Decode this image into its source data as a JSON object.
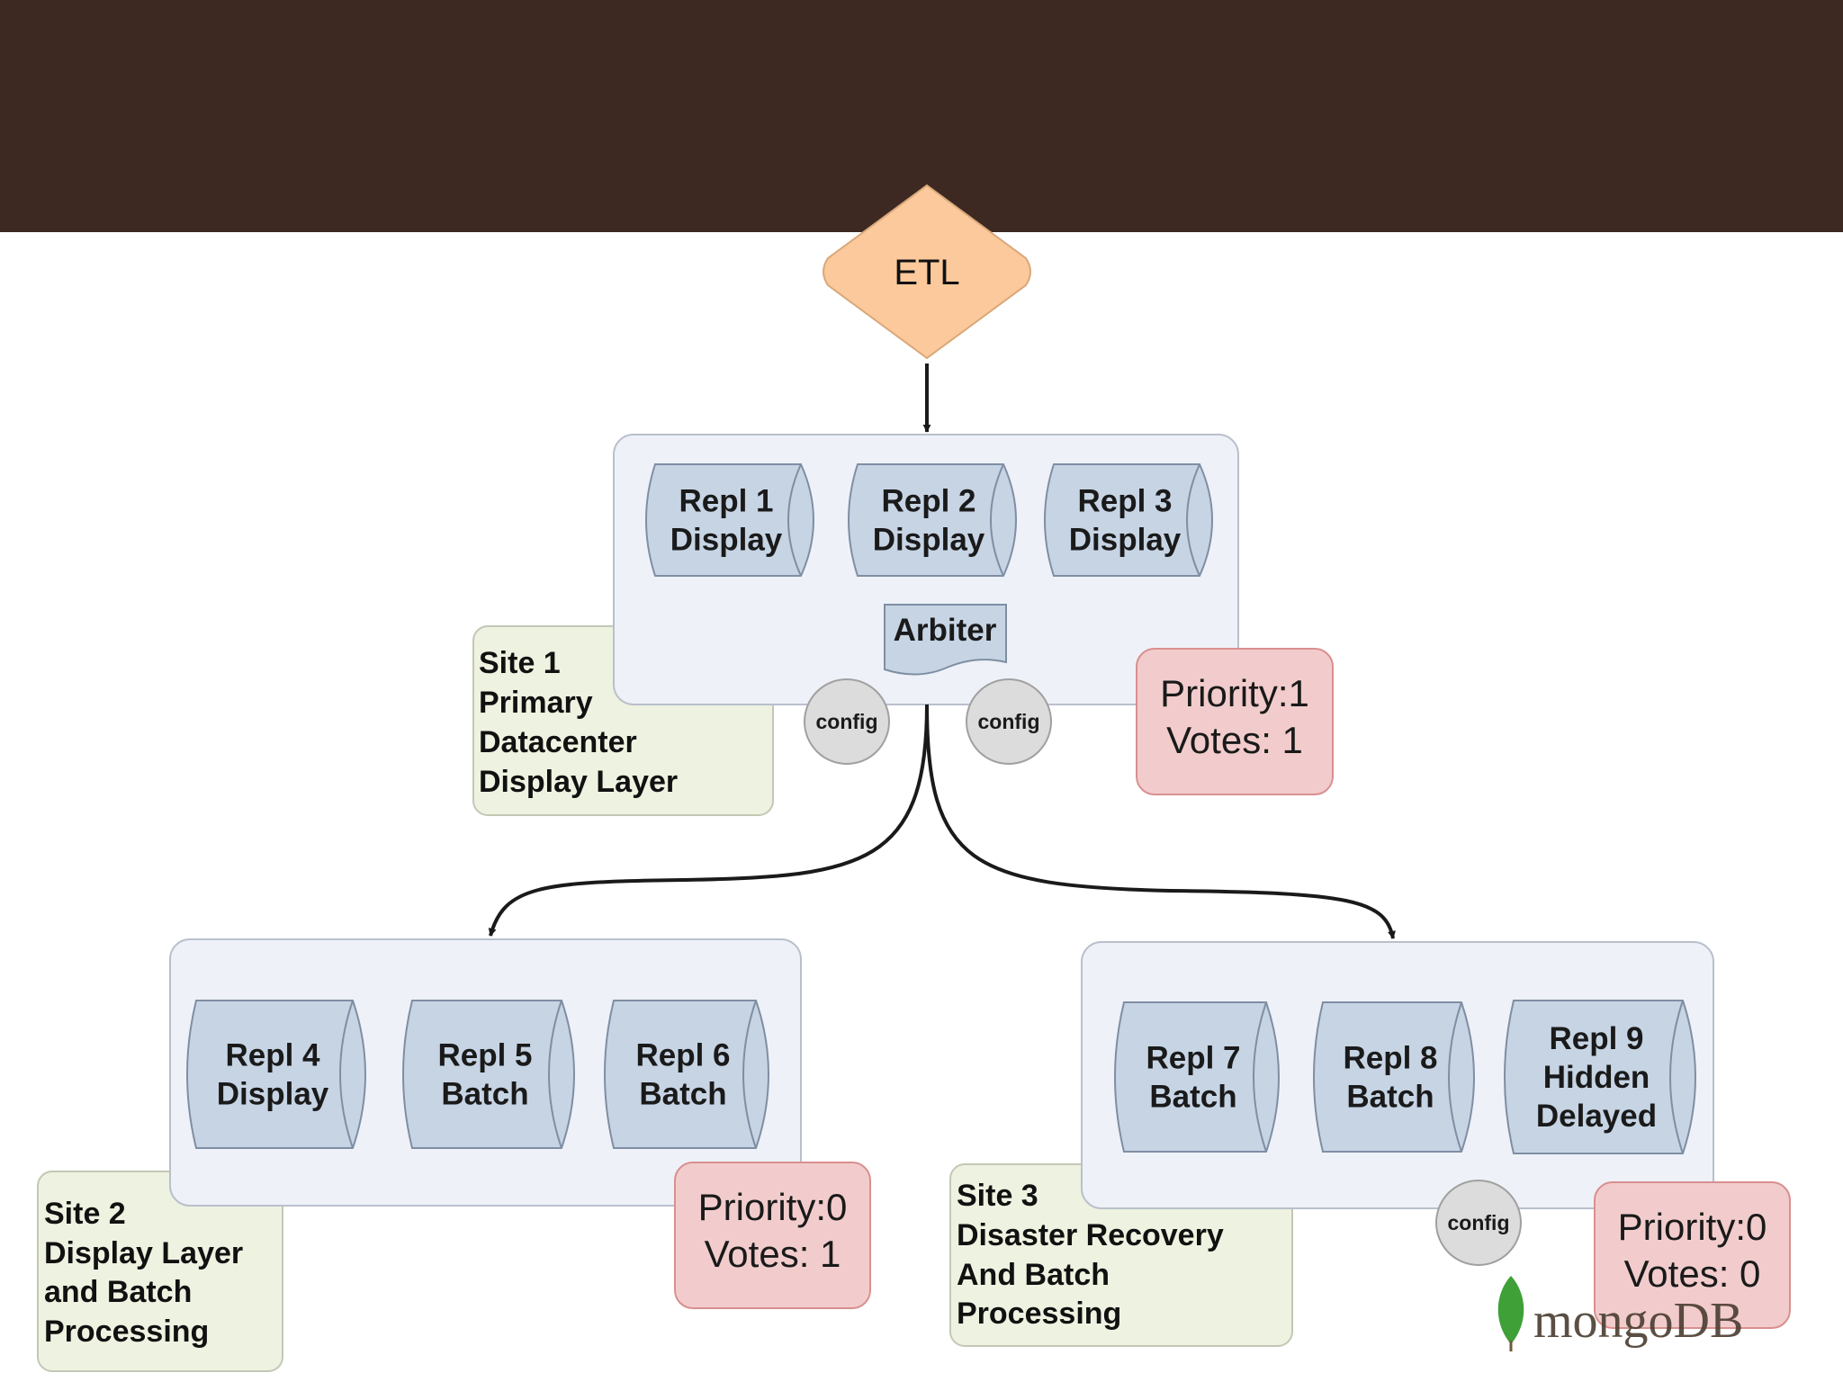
{
  "etl": {
    "label": "ETL"
  },
  "sites": [
    {
      "label_lines": [
        "Site 1",
        "Primary",
        "Datacenter",
        "Display Layer"
      ],
      "members": [
        {
          "lines": [
            "Repl 1",
            "Display"
          ]
        },
        {
          "lines": [
            "Repl 2",
            "Display"
          ]
        },
        {
          "lines": [
            "Repl 3",
            "Display"
          ]
        }
      ],
      "arbiter": "Arbiter",
      "configs": [
        "config",
        "config"
      ],
      "priority": "Priority:1",
      "votes": "Votes: 1"
    },
    {
      "label_lines": [
        "Site 2",
        "Display Layer",
        "and Batch",
        "Processing"
      ],
      "members": [
        {
          "lines": [
            "Repl 4",
            "Display"
          ]
        },
        {
          "lines": [
            "Repl 5",
            "Batch"
          ]
        },
        {
          "lines": [
            "Repl 6",
            "Batch"
          ]
        }
      ],
      "priority": "Priority:0",
      "votes": "Votes: 1"
    },
    {
      "label_lines": [
        "Site 3",
        "Disaster Recovery",
        "And Batch",
        "Processing"
      ],
      "members": [
        {
          "lines": [
            "Repl 7",
            "Batch"
          ]
        },
        {
          "lines": [
            "Repl 8",
            "Batch"
          ]
        },
        {
          "lines": [
            "Repl 9",
            "Hidden",
            "Delayed"
          ]
        }
      ],
      "configs": [
        "config"
      ],
      "priority": "Priority:0",
      "votes": "Votes: 0"
    }
  ],
  "logo": {
    "text": "mongoDB",
    "leaf_color": "#3fa037"
  },
  "colors": {
    "header": "#3d2922",
    "etl_fill": "#fbc99b",
    "site_box": "#eef2f8",
    "member_fill": "#c6d4e4",
    "label_fill": "#eef2e0",
    "priority_fill": "#f2cccc",
    "config_fill": "#dcdcdc"
  }
}
